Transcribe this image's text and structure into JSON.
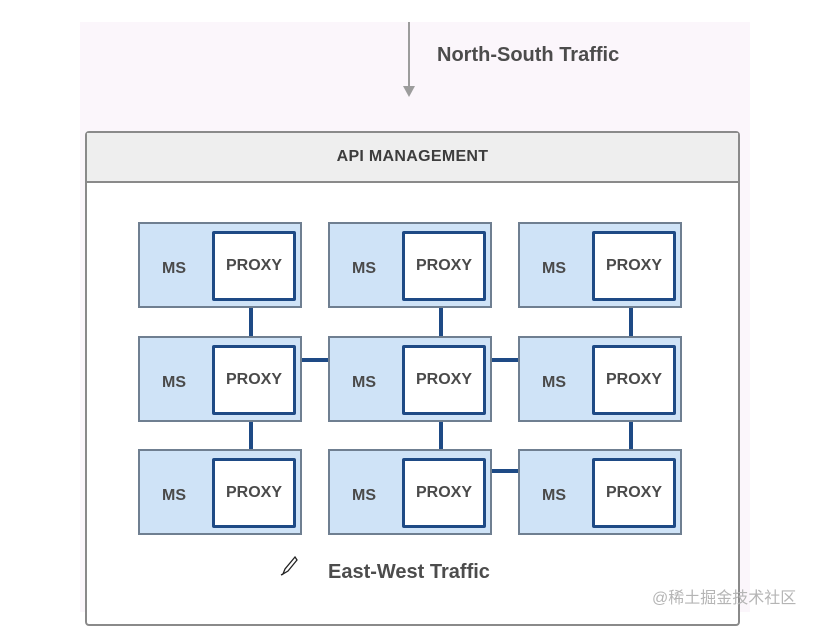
{
  "north_south": {
    "label": "North-South Traffic"
  },
  "api_management": {
    "title": "API MANAGEMENT"
  },
  "grid": {
    "rows": [
      [
        {
          "ms": "MS",
          "proxy": "PROXY"
        },
        {
          "ms": "MS",
          "proxy": "PROXY"
        },
        {
          "ms": "MS",
          "proxy": "PROXY"
        }
      ],
      [
        {
          "ms": "MS",
          "proxy": "PROXY"
        },
        {
          "ms": "MS",
          "proxy": "PROXY"
        },
        {
          "ms": "MS",
          "proxy": "PROXY"
        }
      ],
      [
        {
          "ms": "MS",
          "proxy": "PROXY"
        },
        {
          "ms": "MS",
          "proxy": "PROXY"
        },
        {
          "ms": "MS",
          "proxy": "PROXY"
        }
      ]
    ]
  },
  "east_west": {
    "label": "East-West Traffic"
  },
  "watermark": {
    "text": "@稀土掘金技术社区"
  },
  "colors": {
    "ms_fill": "#cfe3f7",
    "proxy_border": "#1e4a85",
    "link": "#1e4a85"
  },
  "icons": {
    "cursor": "pen-cursor-icon"
  }
}
